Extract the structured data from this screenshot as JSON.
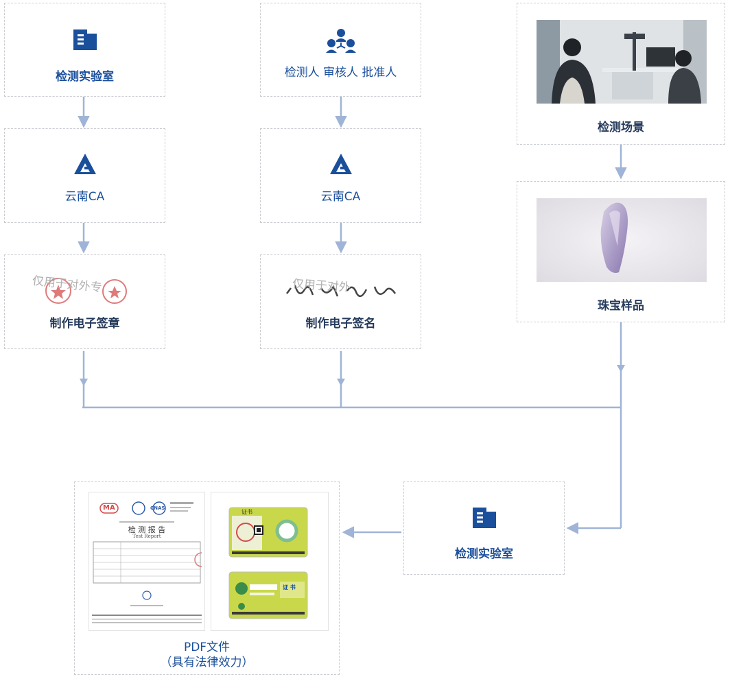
{
  "nodes": {
    "lab_top": {
      "label": "检测实验室",
      "icon": "building-icon"
    },
    "inspectors": {
      "label": "检测人  审核人  批准人",
      "icon": "people-icon"
    },
    "ca_left": {
      "label": "云南CA",
      "icon": "ca-logo-icon"
    },
    "ca_mid": {
      "label": "云南CA",
      "icon": "ca-logo-icon"
    },
    "seal": {
      "label": "制作电子签章",
      "watermark": "仅用于对外专"
    },
    "signature": {
      "label": "制作电子签名",
      "watermark": "仅用于对外"
    },
    "scene": {
      "label": "检测场景"
    },
    "sample": {
      "label": "珠宝样品"
    },
    "lab_bottom": {
      "label": "检测实验室",
      "icon": "building-icon"
    },
    "pdf": {
      "label_line1": "PDF文件",
      "label_line2": "（具有法律效力）"
    }
  },
  "report_doc": {
    "header_logos": [
      "MA",
      "CNAS"
    ],
    "title": "检 测 报 告",
    "subtitle": "Test Report"
  },
  "certificate": {
    "title": "证书",
    "back_text": "证 书"
  },
  "colors": {
    "accent": "#1a4f9c",
    "connector": "#9fb4d6",
    "border": "#c9ccd1"
  }
}
